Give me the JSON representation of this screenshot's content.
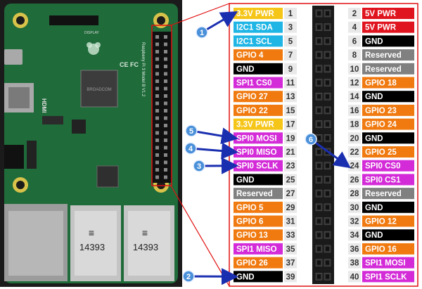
{
  "colors": {
    "power33": "#f5c518",
    "power5": "#e0141e",
    "ground": "#000000",
    "gpio": "#f07a10",
    "i2c": "#1fb5e5",
    "spi": "#d42bd8",
    "reserved": "#808080",
    "frame": "#e01010",
    "arrow": "#1a2fb0",
    "bubble": "#4a90d9",
    "pinbox": "#e9e9e9"
  },
  "board": {
    "chip_logo": "BROADCOM",
    "usb_label_1": "14393",
    "usb_label_2": "14393",
    "display_label": "DISPLAY",
    "hdmi_label": "HDMI",
    "model_label": "Raspberry Pi 3 Model B V1.2"
  },
  "pins_left": [
    {
      "label": "3.3V PWR",
      "type": "power33",
      "num": "1"
    },
    {
      "label": "I2C1 SDA",
      "type": "i2c",
      "num": "3"
    },
    {
      "label": "I2C1 SCL",
      "type": "i2c",
      "num": "5"
    },
    {
      "label": "GPIO 4",
      "type": "gpio",
      "num": "7"
    },
    {
      "label": "GND",
      "type": "ground",
      "num": "9"
    },
    {
      "label": "SPI1 CS0",
      "type": "spi",
      "num": "11"
    },
    {
      "label": "GPIO 27",
      "type": "gpio",
      "num": "13"
    },
    {
      "label": "GPIO 22",
      "type": "gpio",
      "num": "15"
    },
    {
      "label": "3.3V PWR",
      "type": "power33",
      "num": "17"
    },
    {
      "label": "SPI0 MOSI",
      "type": "spi",
      "num": "19"
    },
    {
      "label": "SPI0 MISO",
      "type": "spi",
      "num": "21"
    },
    {
      "label": "SPI0 SCLK",
      "type": "spi",
      "num": "23"
    },
    {
      "label": "GND",
      "type": "ground",
      "num": "25"
    },
    {
      "label": "Reserved",
      "type": "reserved",
      "num": "27"
    },
    {
      "label": "GPIO 5",
      "type": "gpio",
      "num": "29"
    },
    {
      "label": "GPIO 6",
      "type": "gpio",
      "num": "31"
    },
    {
      "label": "GPIO 13",
      "type": "gpio",
      "num": "33"
    },
    {
      "label": "SPI1 MISO",
      "type": "spi",
      "num": "35"
    },
    {
      "label": "GPIO 26",
      "type": "gpio",
      "num": "37"
    },
    {
      "label": "GND",
      "type": "ground",
      "num": "39"
    }
  ],
  "pins_right": [
    {
      "label": "5V PWR",
      "type": "power5",
      "num": "2"
    },
    {
      "label": "5V PWR",
      "type": "power5",
      "num": "4"
    },
    {
      "label": "GND",
      "type": "ground",
      "num": "6"
    },
    {
      "label": "Reserved",
      "type": "reserved",
      "num": "8"
    },
    {
      "label": "Reserved",
      "type": "reserved",
      "num": "10"
    },
    {
      "label": "GPIO 18",
      "type": "gpio",
      "num": "12"
    },
    {
      "label": "GND",
      "type": "ground",
      "num": "14"
    },
    {
      "label": "GPIO 23",
      "type": "gpio",
      "num": "16"
    },
    {
      "label": "GPIO 24",
      "type": "gpio",
      "num": "18"
    },
    {
      "label": "GND",
      "type": "ground",
      "num": "20"
    },
    {
      "label": "GPIO 25",
      "type": "gpio",
      "num": "22"
    },
    {
      "label": "SPI0 CS0",
      "type": "spi",
      "num": "24"
    },
    {
      "label": "SPI0 CS1",
      "type": "spi",
      "num": "26"
    },
    {
      "label": "Reserved",
      "type": "reserved",
      "num": "28"
    },
    {
      "label": "GND",
      "type": "ground",
      "num": "30"
    },
    {
      "label": "GPIO 12",
      "type": "gpio",
      "num": "32"
    },
    {
      "label": "GND",
      "type": "ground",
      "num": "34"
    },
    {
      "label": "GPIO 16",
      "type": "gpio",
      "num": "36"
    },
    {
      "label": "SPI1 MOSI",
      "type": "spi",
      "num": "38"
    },
    {
      "label": "SPI1 SCLK",
      "type": "spi",
      "num": "40"
    }
  ],
  "callouts": [
    {
      "num": "1",
      "pin_side": "left",
      "pin_index": 0
    },
    {
      "num": "2",
      "pin_side": "left",
      "pin_index": 19
    },
    {
      "num": "3",
      "pin_side": "left",
      "pin_index": 11
    },
    {
      "num": "4",
      "pin_side": "left",
      "pin_index": 10
    },
    {
      "num": "5",
      "pin_side": "left",
      "pin_index": 9
    },
    {
      "num": "6",
      "pin_side": "right",
      "pin_index": 11
    }
  ]
}
